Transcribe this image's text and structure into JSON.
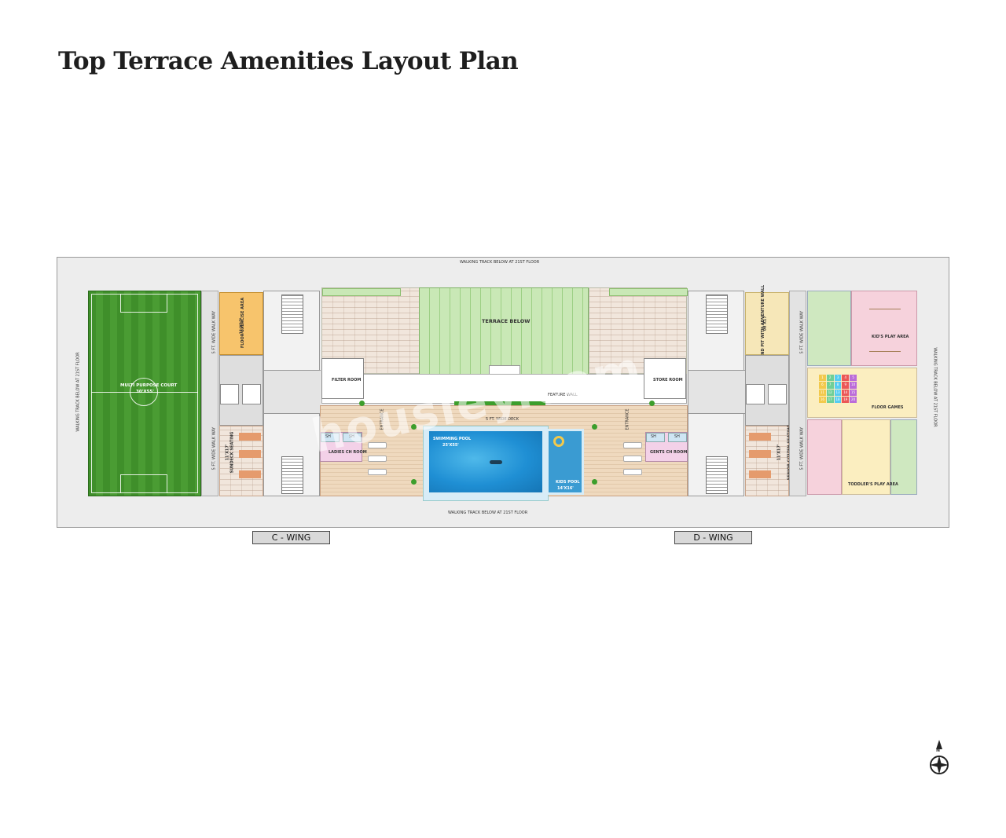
{
  "title": "Top Terrace Amenities Layout Plan",
  "labels": {
    "track_top": "WALKING TRACK BELOW AT 21ST FLOOR",
    "track_bottom": "WALKING TRACK BELOW AT 21ST FLOOR",
    "track_left": "WALKING TRACK BELOW AT 21ST FLOOR",
    "track_right": "WALKING TRACK BELOW AT 21ST FLOOR",
    "court": "MULTI PURPOSE COURT",
    "court_size": "30'X55'",
    "floor_exercise": "FLOOR EXERCISE AREA",
    "floor_exercise_size": "11'X17'",
    "walkway_1": "5 FT. WIDE WALK WAY",
    "walkway_2": "5 FT. WIDE WALK WAY",
    "walkway_3": "5 FT. WIDE WALK WAY",
    "walkway_4": "5 FT. WIDE WALK WAY",
    "seating_left": "SUNDECK SEATING",
    "seating_left_size": "11'X17'",
    "terrace_below": "TERRACE BELOW",
    "filter_room": "FILTER ROOM",
    "store_room": "STORE ROOM",
    "feature_wall": "FEATURE WALL",
    "deck_label": "5 FT. WIDE DECK",
    "ladies_room": "LADIES CH ROOM",
    "gents_room": "GENTS CH ROOM",
    "swimming_pool": "SWIMMING POOL",
    "swimming_pool_size": "25'X55'",
    "kids_pool": "KIDS POOL",
    "kids_pool_size": "14'X16'",
    "sand_pit": "SAND PIT WITH ADVENTURE WALL",
    "sand_pit_size": "08'X17'",
    "kids_play": "KID'S PLAY AREA",
    "floor_games": "FLOOR GAMES",
    "toddlers_play": "TODDLER'S PLAY AREA",
    "seating_right": "SENIOR CITIZEN SEATING",
    "seating_right_size": "11'X17'",
    "entrance": "ENTRANCE",
    "entrance_2": "ENTRANCE",
    "sh_1": "SH",
    "sh_2": "SH",
    "sh_3": "SH",
    "sh_4": "SH"
  },
  "wings": {
    "c": "C - WING",
    "d": "D - WING"
  },
  "watermark": "housiey.com",
  "compass": {
    "north": "N"
  },
  "floor_game_numbers": [
    "1",
    "2",
    "3",
    "4",
    "5",
    "6",
    "7",
    "8",
    "9",
    "10",
    "11",
    "12",
    "13",
    "14",
    "15",
    "16",
    "17",
    "18",
    "19",
    "20"
  ],
  "colors": {
    "court_green": "#3f8f2a",
    "exercise_orange": "#f7c46c",
    "sand_yellow": "#f6e7b8",
    "play_pink": "#f6d2dc",
    "play_green": "#cfe8c0",
    "play_yellow": "#fbeec0",
    "play_lavender": "#dcd2ee",
    "pool_blue": "#1f8fd4",
    "room_pink": "#f3d1e8",
    "room_blue": "#cfe5f3"
  }
}
